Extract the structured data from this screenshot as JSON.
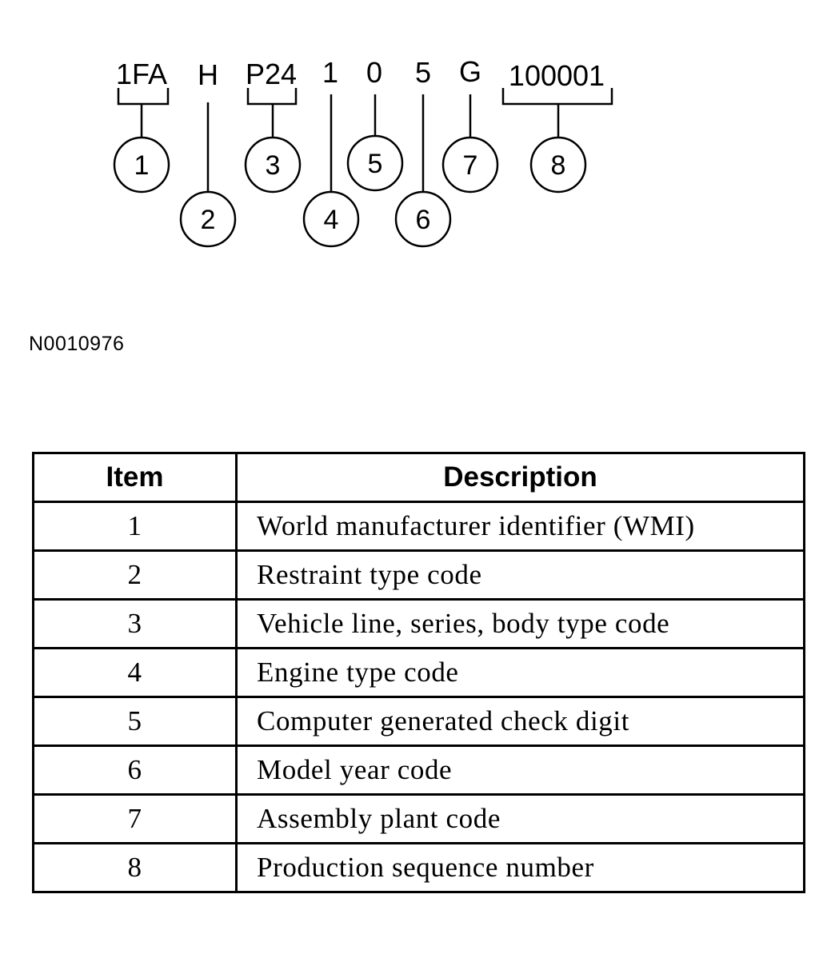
{
  "vin": {
    "segments": [
      "1FA",
      "H",
      "P24",
      "1",
      "0",
      "5",
      "G",
      "100001"
    ],
    "callouts": [
      "1",
      "2",
      "3",
      "4",
      "5",
      "6",
      "7",
      "8"
    ]
  },
  "figure_code": "N0010976",
  "table": {
    "headers": {
      "item": "Item",
      "description": "Description"
    },
    "rows": [
      {
        "item": "1",
        "description": "World manufacturer identifier (WMI)"
      },
      {
        "item": "2",
        "description": "Restraint type code"
      },
      {
        "item": "3",
        "description": "Vehicle line, series, body type code"
      },
      {
        "item": "4",
        "description": "Engine type code"
      },
      {
        "item": "5",
        "description": "Computer generated check digit"
      },
      {
        "item": "6",
        "description": "Model year code"
      },
      {
        "item": "7",
        "description": "Assembly plant code"
      },
      {
        "item": "8",
        "description": "Production sequence number"
      }
    ]
  }
}
